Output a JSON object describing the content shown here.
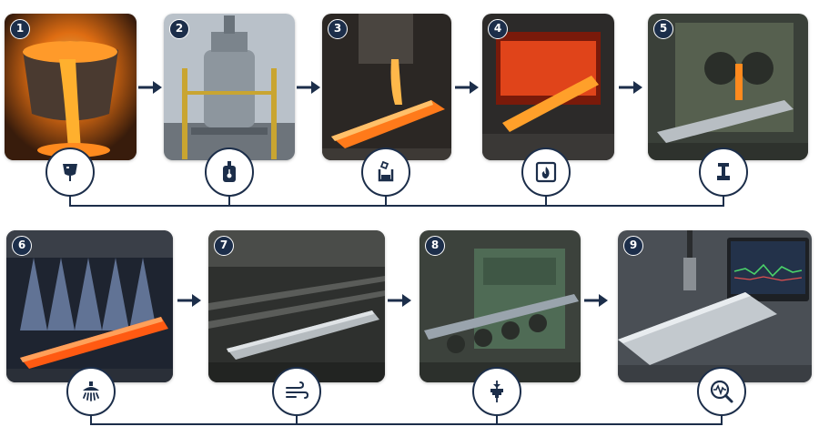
{
  "colors": {
    "navy": "#1c2e4a",
    "molten": "#ff8a1e",
    "steel": "#9aa4ad",
    "machine_green": "#4f6b55"
  },
  "steps": [
    {
      "number": "1",
      "icon": "ladle-icon"
    },
    {
      "number": "2",
      "icon": "vessel-icon"
    },
    {
      "number": "3",
      "icon": "casting-icon"
    },
    {
      "number": "4",
      "icon": "furnace-flame-icon"
    },
    {
      "number": "5",
      "icon": "rail-profile-icon"
    },
    {
      "number": "6",
      "icon": "water-spray-icon"
    },
    {
      "number": "7",
      "icon": "air-cooling-icon"
    },
    {
      "number": "8",
      "icon": "straightening-icon"
    },
    {
      "number": "9",
      "icon": "inspection-icon"
    }
  ]
}
